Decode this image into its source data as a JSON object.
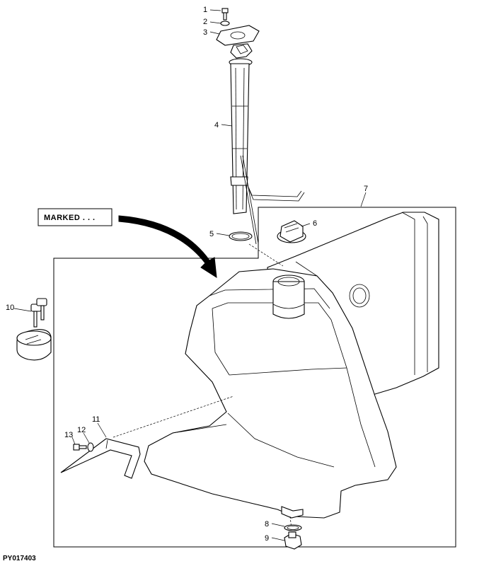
{
  "figure_id": "PY017403",
  "marked_label": "MARKED . . .",
  "callouts": {
    "c1": "1",
    "c2": "2",
    "c3": "3",
    "c4": "4",
    "c5": "5",
    "c6": "6",
    "c7": "7",
    "c8": "8",
    "c9": "9",
    "c10": "10",
    "c11": "11",
    "c12": "12",
    "c13": "13"
  }
}
